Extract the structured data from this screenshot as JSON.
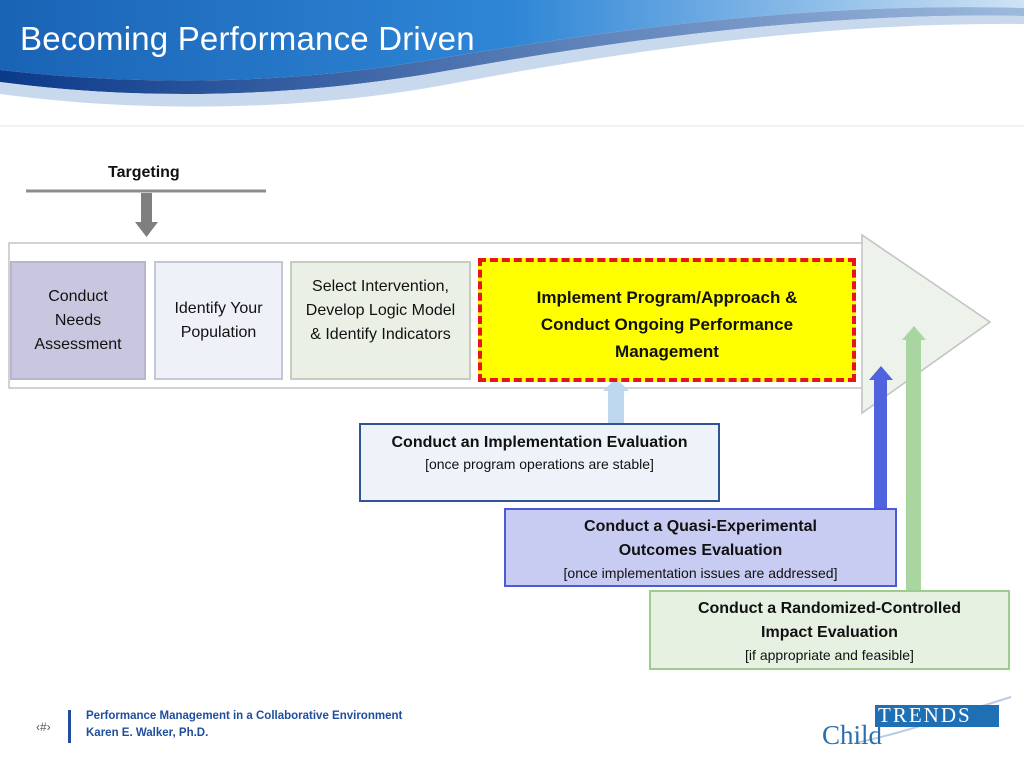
{
  "slide": {
    "title": "Becoming Performance Driven",
    "page_number": "‹#›"
  },
  "targeting": {
    "label": "Targeting"
  },
  "steps": [
    {
      "label": "Conduct Needs Assessment",
      "fill": "#c9c6df"
    },
    {
      "label": "Identify Your Population",
      "fill": "#eef1f8"
    },
    {
      "label": "Select Intervention, Develop Logic Model & Identify Indicators",
      "fill": "#eaf0e6"
    },
    {
      "label": "Implement Program/Approach & Conduct Ongoing Performance Management",
      "fill": "#ffff00",
      "border": "#e8141b"
    }
  ],
  "evaluations": [
    {
      "title": "Conduct an Implementation Evaluation",
      "note": "[once program operations are stable]",
      "fill": "#eef3fa",
      "border": "#2f5597",
      "arrow": "#bdd7ee"
    },
    {
      "title_line1": "Conduct a Quasi-Experimental",
      "title_line2": "Outcomes Evaluation",
      "note": "[once implementation issues are addressed]",
      "fill": "#c9ccf2",
      "border": "#4a5bd8",
      "arrow": "#4f63df"
    },
    {
      "title_line1": "Conduct a Randomized-Controlled",
      "title_line2": "Impact Evaluation",
      "note": "[if appropriate and feasible]",
      "fill": "#e6f1e1",
      "border": "#9ccc8e",
      "arrow": "#a9d6a0"
    }
  ],
  "footer": {
    "line1": "Performance Management in a Collaborative Environment",
    "line2": "Karen E. Walker, Ph.D.",
    "logo_child": "Child",
    "logo_trends": "TRENDS"
  },
  "colors": {
    "header_blue": "#1e6fc0",
    "footer_text": "#1f4e9c",
    "arrow_gray": "#7f7f7f"
  }
}
